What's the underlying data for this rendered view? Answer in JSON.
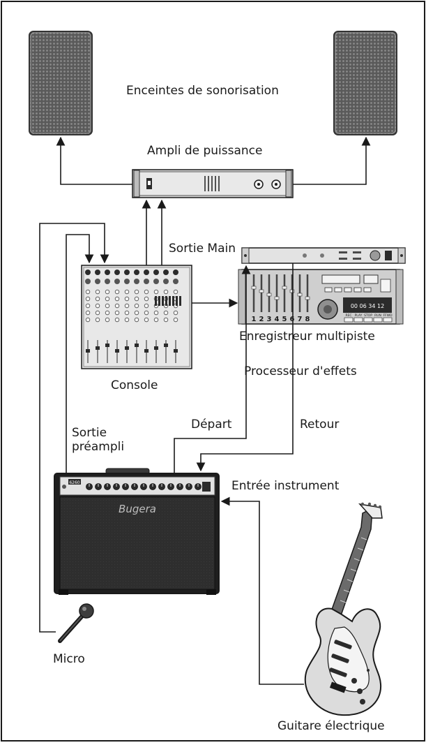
{
  "labels": {
    "speakers": "Enceintes de sonorisation",
    "power_amp": "Ampli de puissance",
    "main_out": "Sortie Main",
    "multitrack": "Enregistreur multipiste",
    "console": "Console",
    "fx_processor": "Processeur d'effets",
    "preamp_out_line1": "Sortie",
    "preamp_out_line2": "préampli",
    "send": "Départ",
    "return": "Retour",
    "instrument_in": "Entrée instrument",
    "micro": "Micro",
    "guitar": "Guitare électrique"
  },
  "device_text": {
    "amp_logo": "Bugera",
    "amp_badge": "6260",
    "recorder_time": "00 06 34 12",
    "recorder_track_numbers": [
      "1",
      "2",
      "3",
      "4",
      "5",
      "6",
      "7",
      "8"
    ],
    "recorder_buttons": [
      "REC",
      "PLAY",
      "STOP",
      "RUN",
      "FFWD"
    ]
  },
  "colors": {
    "line": "#1a1a1a",
    "speaker_grille": "#6e6e6e",
    "device_light": "#d8d8d8",
    "device_dark": "#2b2b2b",
    "guitar_body": "#dcdcdc"
  }
}
